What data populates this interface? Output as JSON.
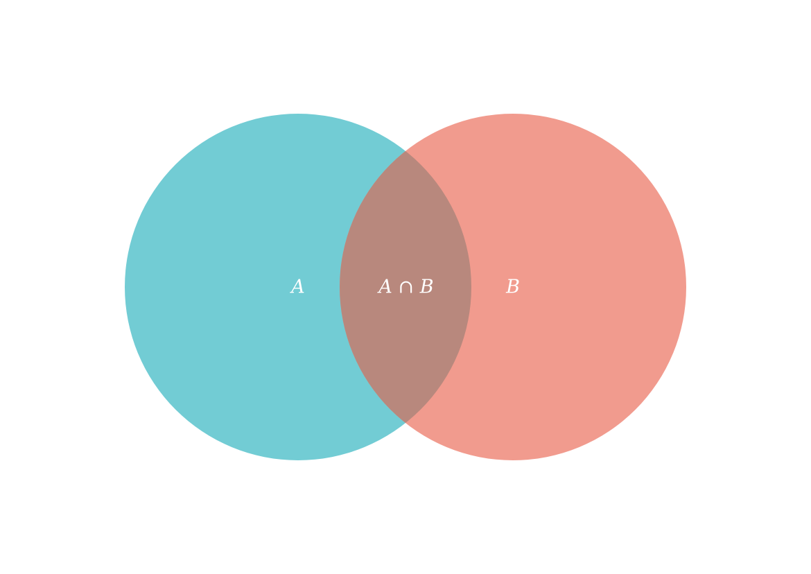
{
  "diagram": {
    "type": "venn",
    "sets": [
      {
        "id": "a",
        "label": "A",
        "color": "#72ccd4"
      },
      {
        "id": "b",
        "label": "B",
        "color": "#f19b8e"
      }
    ],
    "intersection": {
      "label": "A ∩ B",
      "color": "#b8887d"
    },
    "label_color": "#ffffff",
    "background": "#ffffff"
  }
}
